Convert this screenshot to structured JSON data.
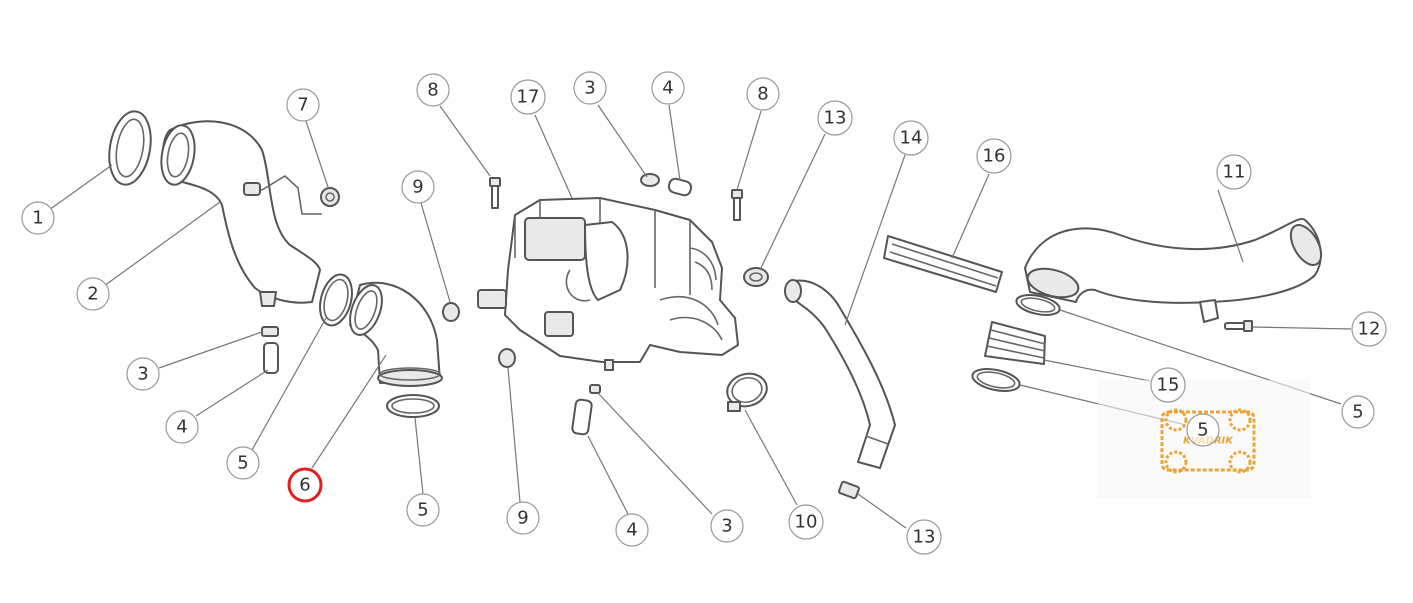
{
  "callouts": {
    "c1": "1",
    "c2": "2",
    "c3a": "3",
    "c4a": "4",
    "c5a": "5",
    "c6": "6",
    "c5b": "5",
    "c7": "7",
    "c9a": "9",
    "c9b": "9",
    "c8a": "8",
    "c17": "17",
    "c3b": "3",
    "c4b": "4",
    "c8b": "8",
    "c13a": "13",
    "c4c": "4",
    "c3c": "3",
    "c10": "10",
    "c13b": "13",
    "c14": "14",
    "c16": "16",
    "c11": "11",
    "c12": "12",
    "c15": "15",
    "c5c": "5",
    "c5d": "5"
  },
  "highlight": {
    "item": "6",
    "color": "#e01e1e"
  },
  "watermark": {
    "text": "KVADRIK",
    "color": "#e8a53a"
  }
}
